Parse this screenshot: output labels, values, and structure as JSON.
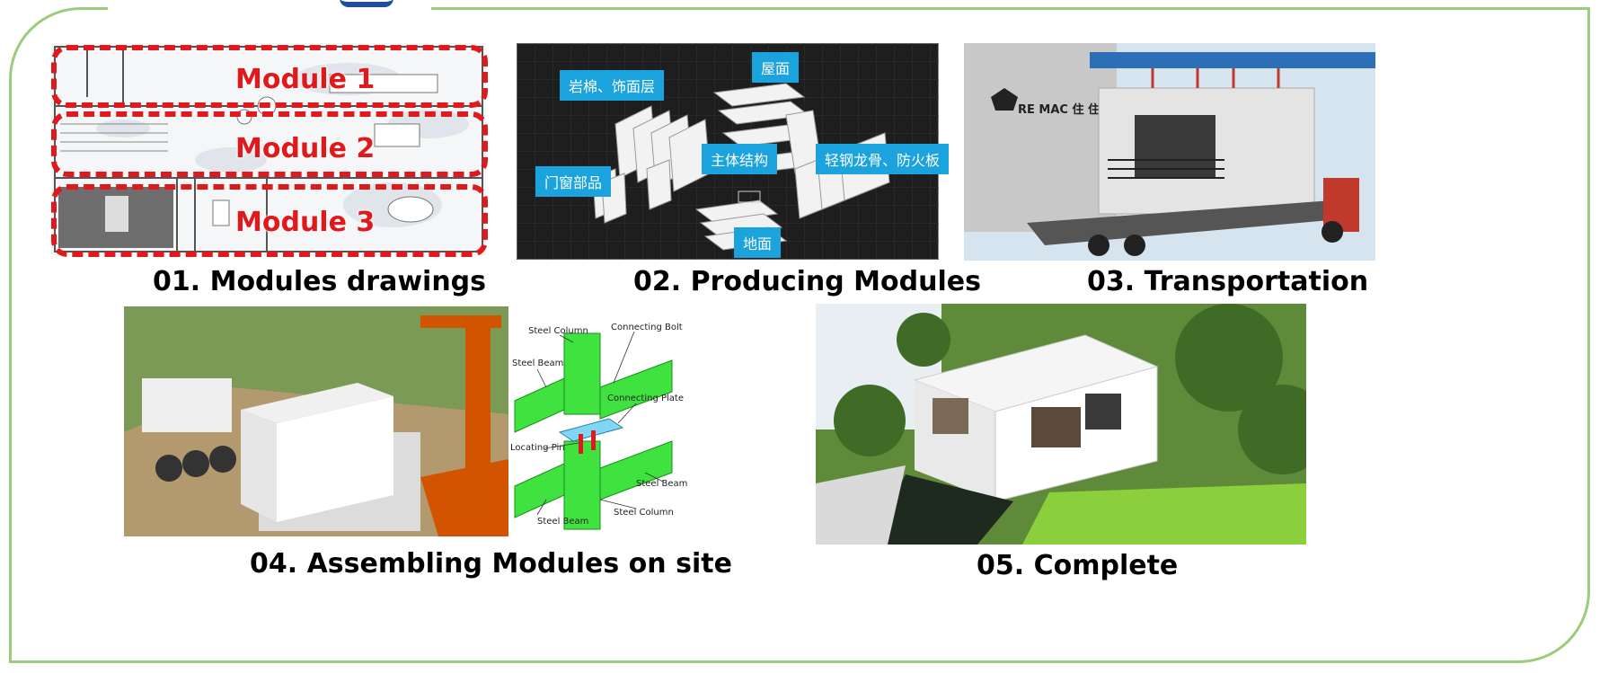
{
  "panels": {
    "p1": {
      "caption": "01. Modules drawings",
      "modules": [
        "Module 1",
        "Module 2",
        "Module 3"
      ]
    },
    "p2": {
      "caption": "02. Producing Modules",
      "tags": [
        "岩棉、饰面层",
        "屋面",
        "门窗部品",
        "主体结构",
        "轻钢龙骨、防火板",
        "地面"
      ]
    },
    "p3": {
      "caption": "03. Transportation",
      "sign": "RE MAC 住 住 工"
    },
    "p4": {
      "caption": "04. Assembling Modules on site",
      "detail_labels": {
        "steel_column_top": "Steel Column",
        "connecting_bolt": "Connecting Bolt",
        "steel_beam_left": "Steel Beam",
        "connecting_plate": "Connecting Plate",
        "locating_pin": "Locating Pin",
        "steel_beam_right": "Steel Beam",
        "steel_beam_bottom": "Steel Beam",
        "steel_column_bottom": "Steel Column"
      }
    },
    "p5": {
      "caption": "05. Complete"
    }
  },
  "colors": {
    "frame": "#9ccb7c",
    "dash_red": "#e0191c",
    "tag_blue": "#1aa3dc",
    "steel_green": "#3fe23f"
  }
}
